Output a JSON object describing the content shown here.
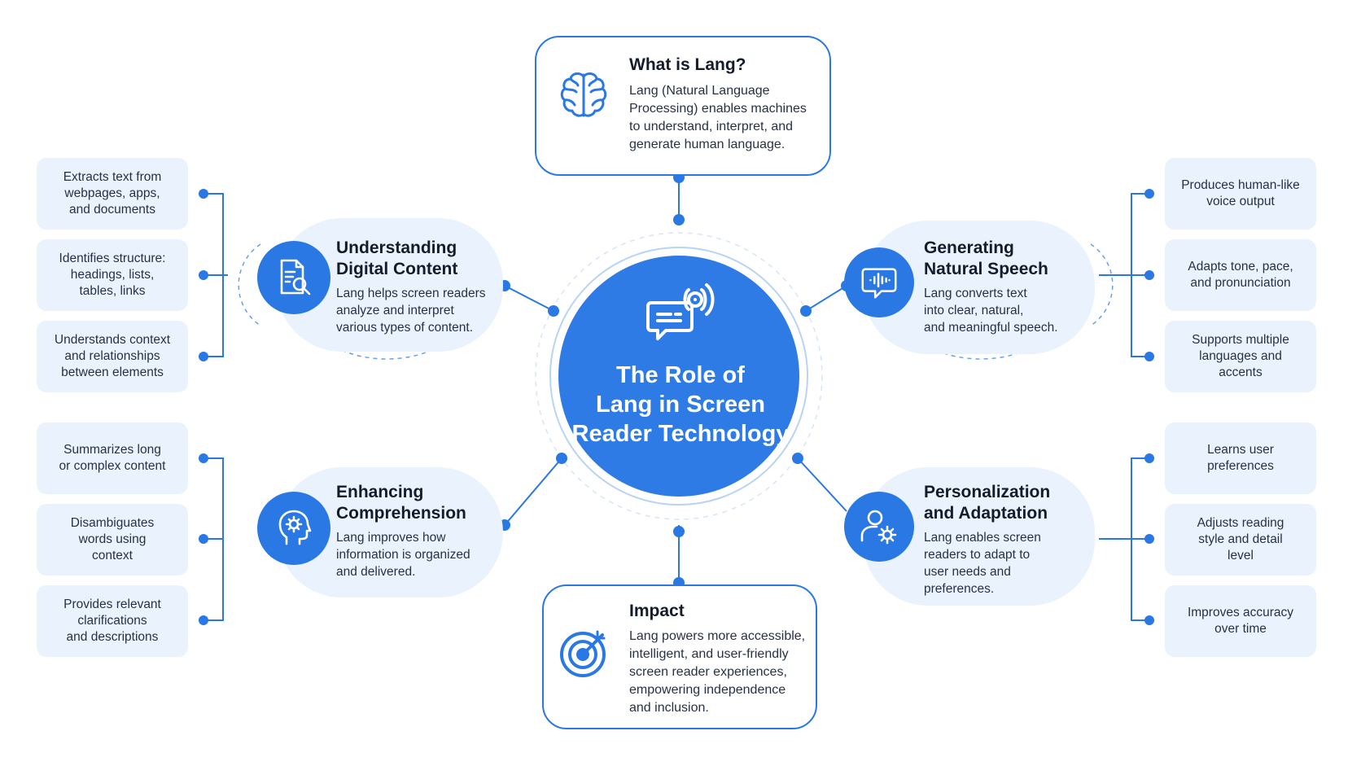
{
  "hub": {
    "title_lines": [
      "The Role of",
      "Lang in Screen",
      "Reader Technology"
    ]
  },
  "what_is": {
    "title": "What is Lang?",
    "lines": [
      "Lang (Natural Language",
      "Processing) enables machines",
      "to understand, interpret, and",
      "generate human language."
    ]
  },
  "impact": {
    "title": "Impact",
    "lines": [
      "Lang powers more accessible,",
      "intelligent, and user-friendly",
      "screen reader experiences,",
      "empowering independence",
      "and inclusion."
    ]
  },
  "topics": {
    "understanding": {
      "title_lines": [
        "Understanding",
        "Digital Content"
      ],
      "desc_lines": [
        "Lang helps screen readers",
        "analyze and interpret",
        "various types of content."
      ],
      "points": [
        [
          "Extracts text from",
          "webpages, apps,",
          "and documents"
        ],
        [
          "Identifies structure:",
          "headings, lists,",
          "tables, links"
        ],
        [
          "Understands context",
          "and relationships",
          "between elements"
        ]
      ]
    },
    "comprehension": {
      "title_lines": [
        "Enhancing",
        "Comprehension"
      ],
      "desc_lines": [
        "Lang improves how",
        "information is organized",
        "and delivered."
      ],
      "points": [
        [
          "Summarizes long",
          "or complex content"
        ],
        [
          "Disambiguates",
          "words using",
          "context"
        ],
        [
          "Provides relevant",
          "clarifications",
          "and descriptions"
        ]
      ]
    },
    "speech": {
      "title_lines": [
        "Generating",
        "Natural Speech"
      ],
      "desc_lines": [
        "Lang converts text",
        "into clear, natural,",
        "and meaningful speech."
      ],
      "points": [
        [
          "Produces human-like",
          "voice output"
        ],
        [
          "Adapts tone, pace,",
          "and pronunciation"
        ],
        [
          "Supports multiple",
          "languages and",
          "accents"
        ]
      ]
    },
    "personalization": {
      "title_lines": [
        "Personalization",
        "and Adaptation"
      ],
      "desc_lines": [
        "Lang enables screen",
        "readers to adapt to",
        "user needs and",
        "preferences."
      ],
      "points": [
        [
          "Learns user",
          "preferences"
        ],
        [
          "Adjusts reading",
          "style and detail",
          "level"
        ],
        [
          "Improves accuracy",
          "over time"
        ]
      ]
    }
  },
  "colors": {
    "accent": "#2a78e4",
    "soft": "#eaf2fd",
    "hub": "#2f7be6"
  },
  "icons": {
    "hub": "chat-sound-icon",
    "what_is": "brain-icon",
    "understanding": "document-search-icon",
    "speech": "voice-bubble-icon",
    "comprehension": "head-gear-icon",
    "personalization": "user-gear-icon",
    "impact": "target-icon"
  }
}
